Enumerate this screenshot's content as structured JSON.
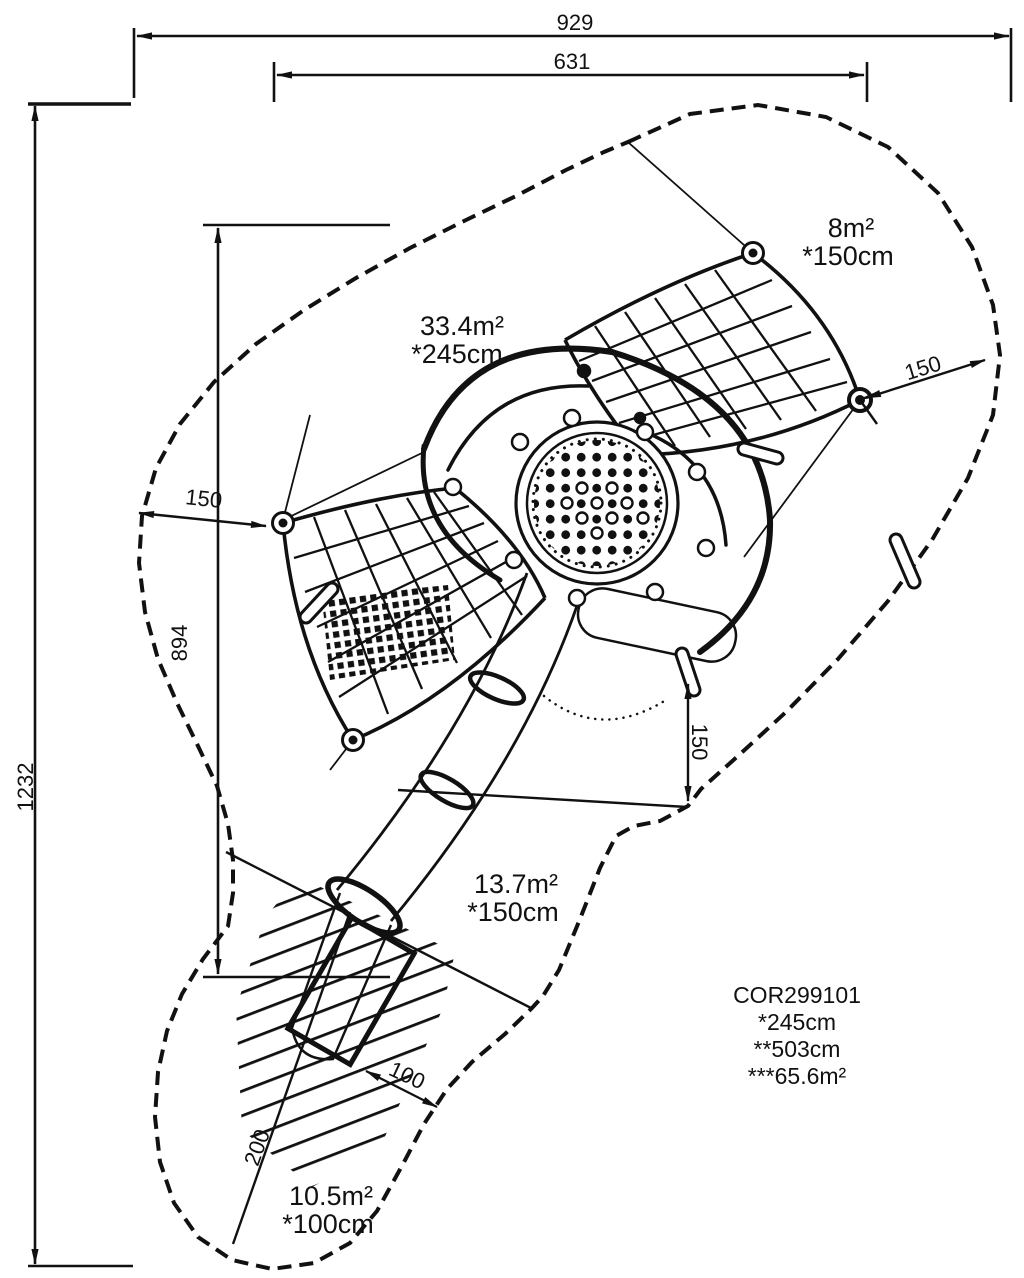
{
  "dims": {
    "w_outer": "929",
    "w_inner": "631",
    "h_outer": "1232",
    "h_inner": "894",
    "anchor_left": "150",
    "anchor_right": "150",
    "anchor_bottom": "150",
    "foot_w": "100",
    "foot_len": "200"
  },
  "zones": {
    "main": {
      "area": "33.4m²",
      "height": "*245cm"
    },
    "upper_right": {
      "area": "8m²",
      "height": "*150cm"
    },
    "slide": {
      "area": "13.7m²",
      "height": "*150cm"
    },
    "lower": {
      "area": "10.5m²",
      "height": "*100cm"
    }
  },
  "product": {
    "code": "COR299101",
    "fall_height": "*245cm",
    "total_height": "**503cm",
    "total_area": "***65.6m²"
  }
}
